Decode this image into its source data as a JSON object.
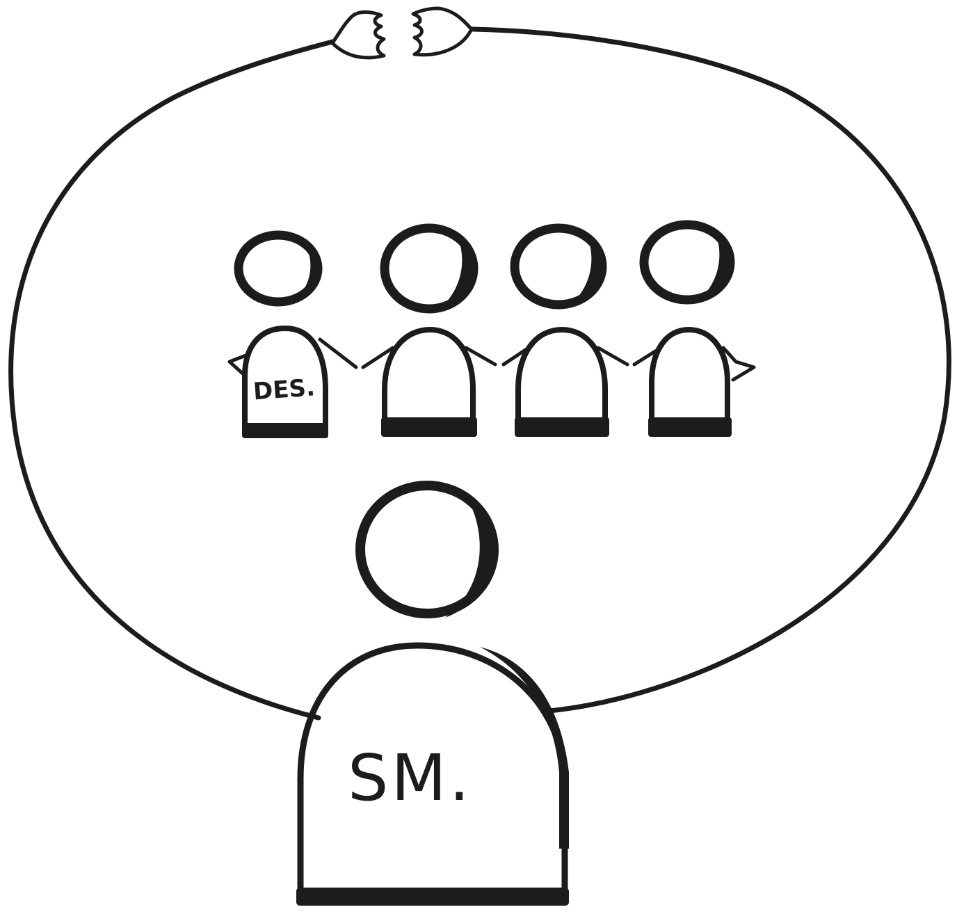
{
  "diagram": {
    "ink_color": "#1c1c1c",
    "background": "#ffffff",
    "team_member_count": 4,
    "team_labels": [
      "DES.",
      "",
      "",
      ""
    ],
    "leader_label": "SM.",
    "icons": [
      "left-hand-icon",
      "right-hand-icon"
    ]
  }
}
